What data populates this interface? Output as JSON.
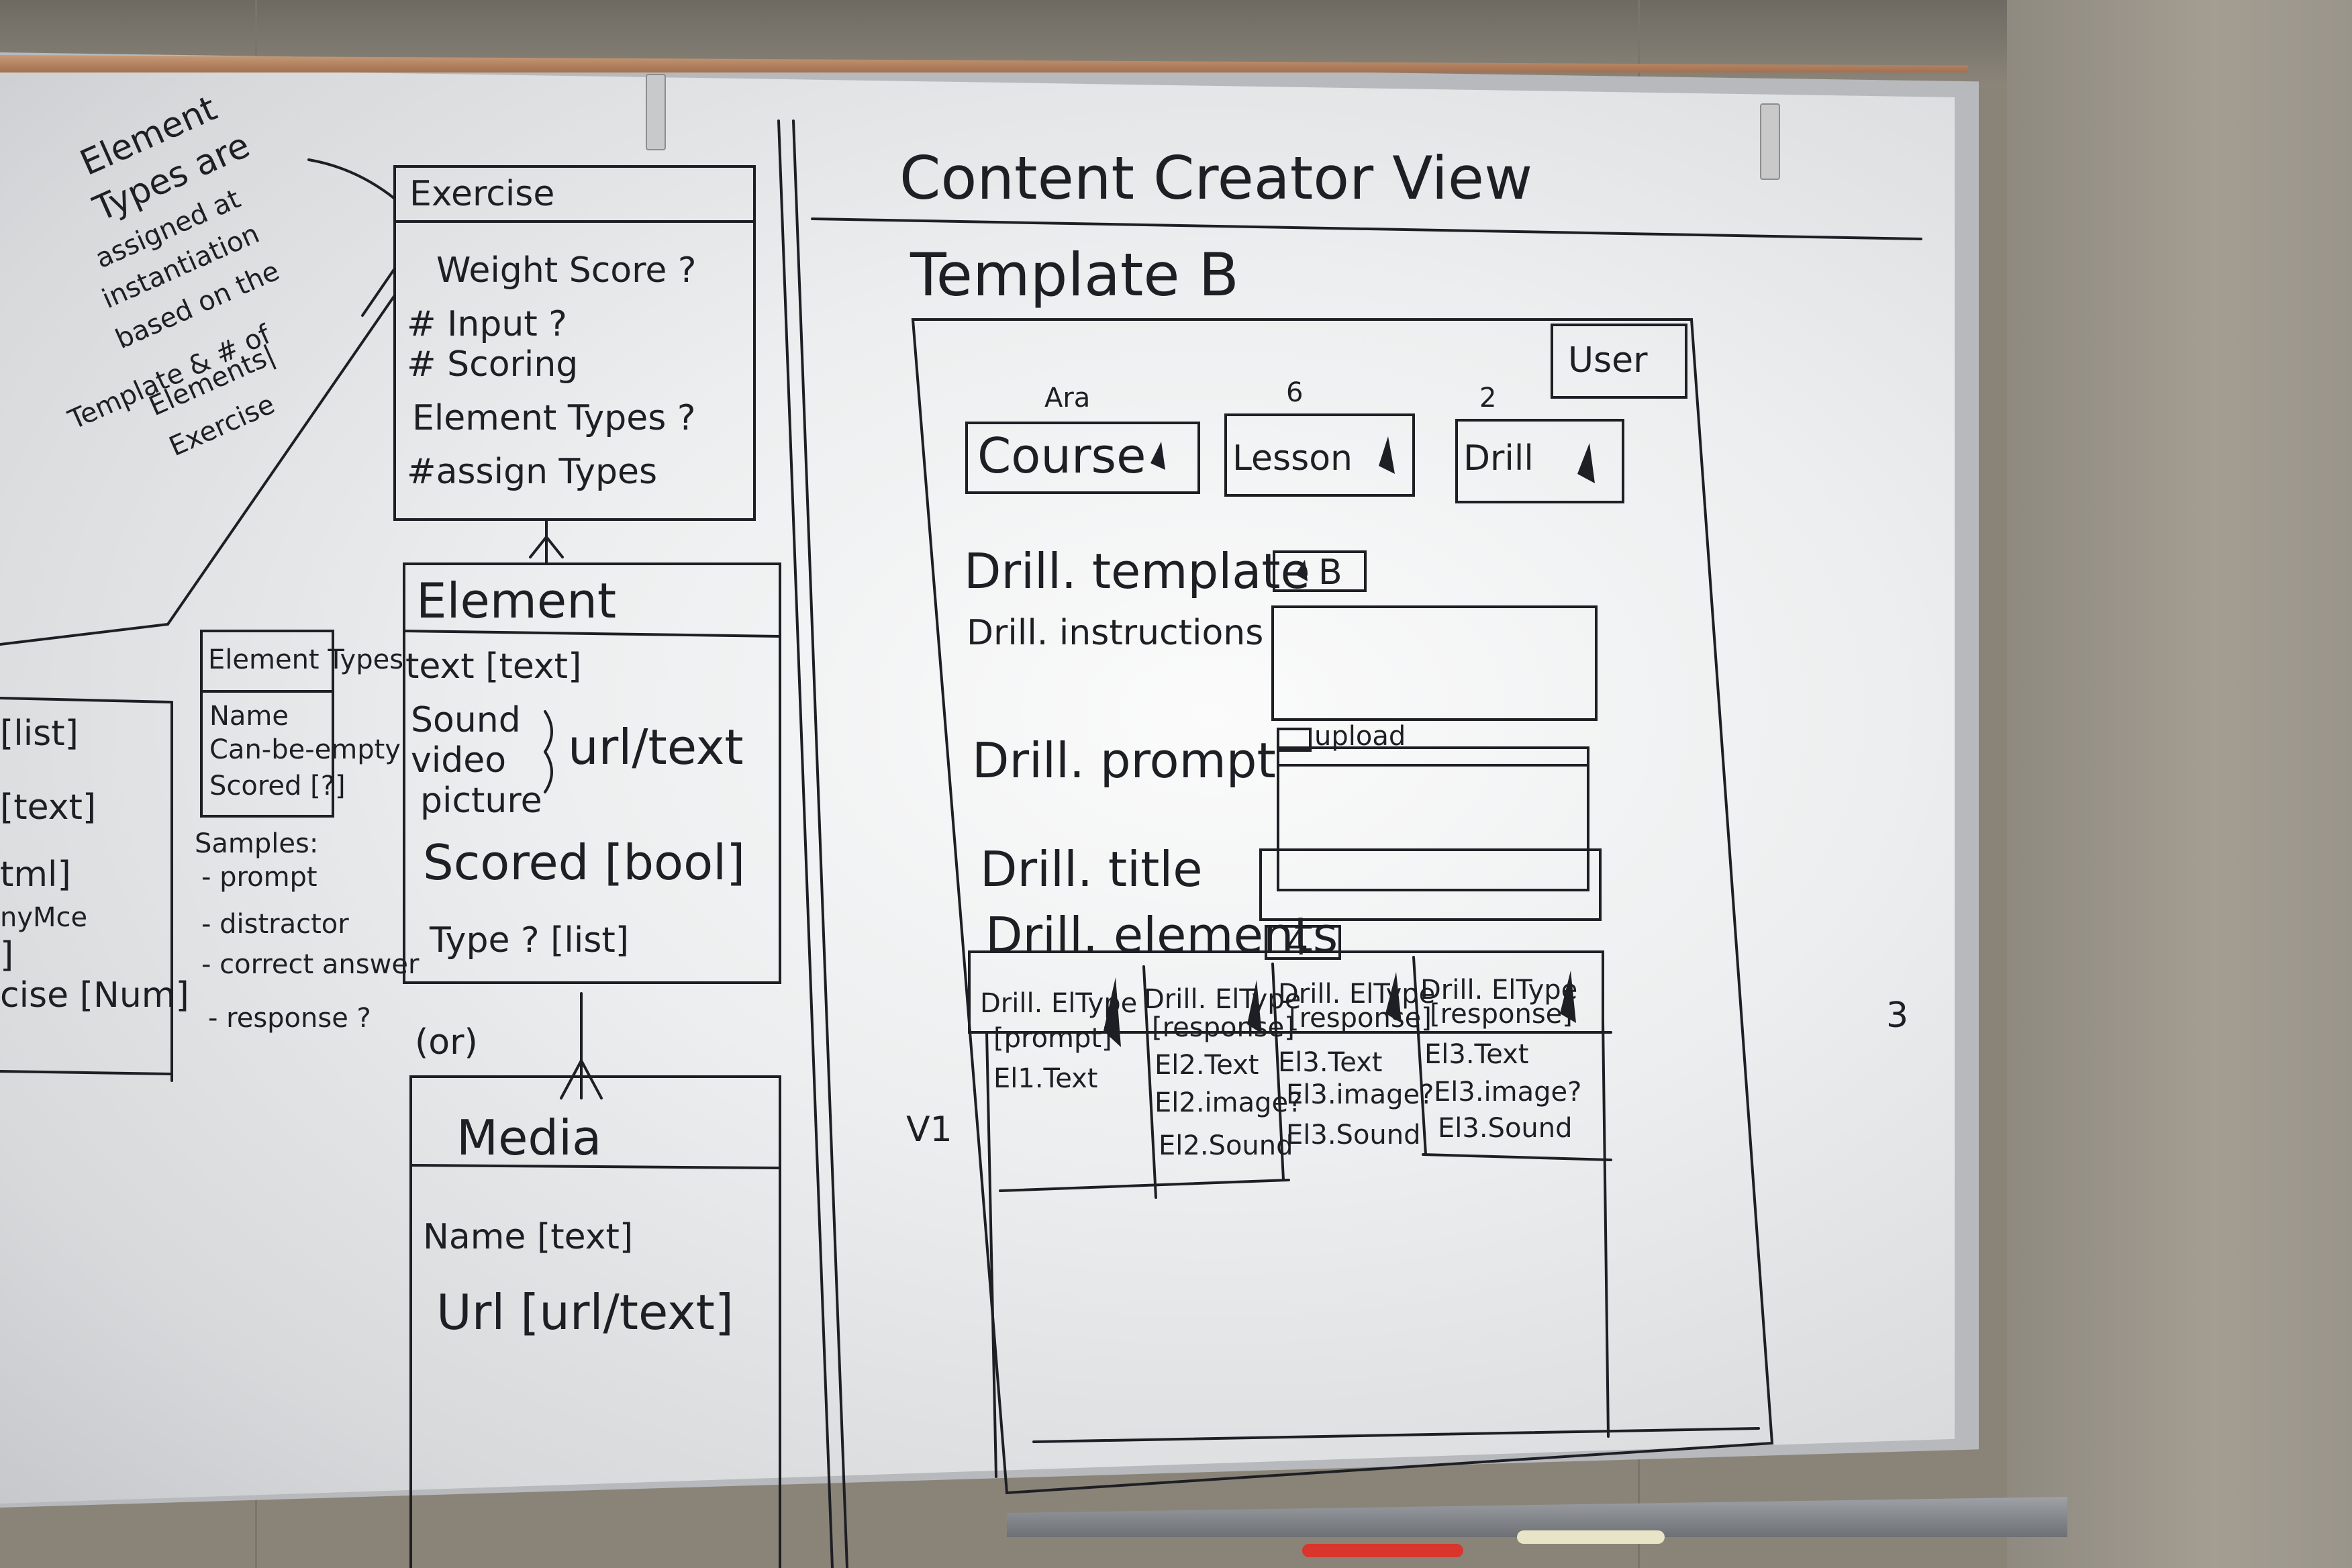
{
  "erd": {
    "note": [
      "Element",
      "Types are",
      "assigned at",
      "instantiation",
      "based on the",
      "Template & # of",
      "Elements|",
      "Exercise"
    ],
    "exercise": {
      "title": "Exercise",
      "fields": [
        "Weight Score ?",
        "# Input ?",
        "# Scoring",
        "Element Types ?",
        "#assign Types"
      ]
    },
    "element_types": {
      "title": "Element Types",
      "fields": [
        "Name",
        "Can-be-empty",
        "Scored [?]"
      ]
    },
    "samples": [
      "Samples:",
      "- prompt",
      "- distractor",
      "- correct answer",
      "- response ?"
    ],
    "left_cut": [
      "[list]",
      "[text]",
      "tml]",
      "nyMce",
      "]",
      "cise [Num]"
    ],
    "element": {
      "title": "Element",
      "fields": [
        "text [text]",
        "Sound",
        "video",
        "picture",
        "url/text",
        "Scored [bool]",
        "Type ? [list]"
      ]
    },
    "or_label": "(or)",
    "media": {
      "title": "Media",
      "fields": [
        "Name [text]",
        "Url [url/text]"
      ]
    }
  },
  "mockup": {
    "heading": "Content Creator View",
    "template_title": "Template B",
    "user_button": "User",
    "dropdowns": [
      {
        "value": "Course",
        "note": "Ara"
      },
      {
        "value": "Lesson",
        "note": "6"
      },
      {
        "value": "Drill",
        "note": "2"
      }
    ],
    "fields": {
      "template_label": "Drill. template",
      "template_value": "B",
      "instructions_label": "Drill. instructions",
      "prompt_label": "Drill. prompt",
      "upload_label": "upload",
      "title_label": "Drill. title",
      "elements_label": "Drill. elements",
      "elements_value": "4"
    },
    "table": {
      "headers": [
        {
          "label": "Drill. ElType",
          "sub": "[prompt]"
        },
        {
          "label": "Drill. ElType",
          "sub": "[response]"
        },
        {
          "label": "Drill. ElType",
          "sub": "[response]"
        },
        {
          "label": "Drill. ElType",
          "sub": "[response]"
        }
      ],
      "cells": [
        [
          "El1.Text"
        ],
        [
          "El2.Text",
          "El2.image?",
          "El2.Sound"
        ],
        [
          "El3.Text",
          "El3.image?",
          "El3.Sound"
        ],
        [
          "El3.Text",
          "El3.image?",
          "El3.Sound"
        ]
      ]
    },
    "margin_marks": [
      "V1",
      "3"
    ]
  }
}
